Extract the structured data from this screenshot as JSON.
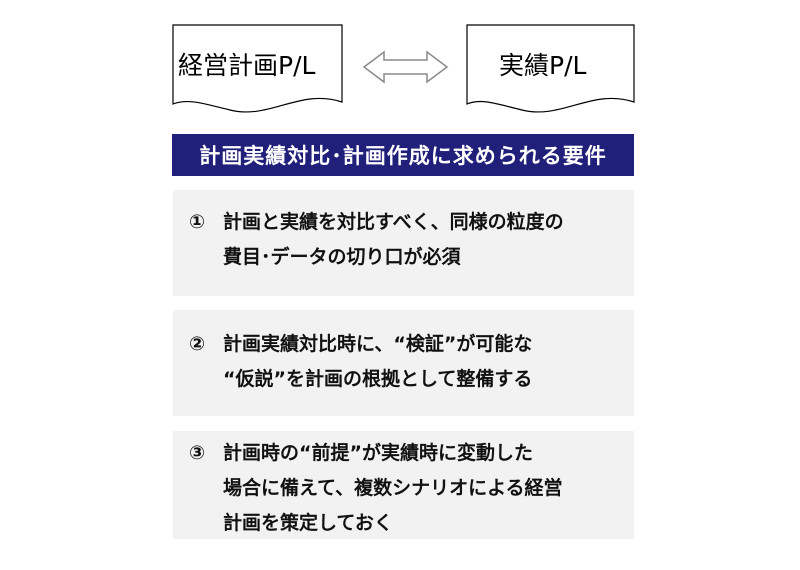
{
  "documents": {
    "left_label": "経営計画P/L",
    "right_label": "実績P/L",
    "arrow_icon": "double-arrow-icon"
  },
  "banner": {
    "title": "計画実績対比･計画作成に求められる要件"
  },
  "requirements": [
    {
      "number": "①",
      "text": "計画と実績を対比すべく、同様の粒度の\n費目･データの切り口が必須"
    },
    {
      "number": "②",
      "text": "計画実績対比時に、“検証”が可能な\n“仮説”を計画の根拠として整備する"
    },
    {
      "number": "③",
      "text": "計画時の“前提”が実績時に変動した\n場合に備えて、複数シナリオによる経営\n計画を策定しておく"
    }
  ],
  "colors": {
    "banner_bg": "#20207a",
    "box_bg": "#f2f2f2",
    "doc_stroke": "#000000"
  }
}
